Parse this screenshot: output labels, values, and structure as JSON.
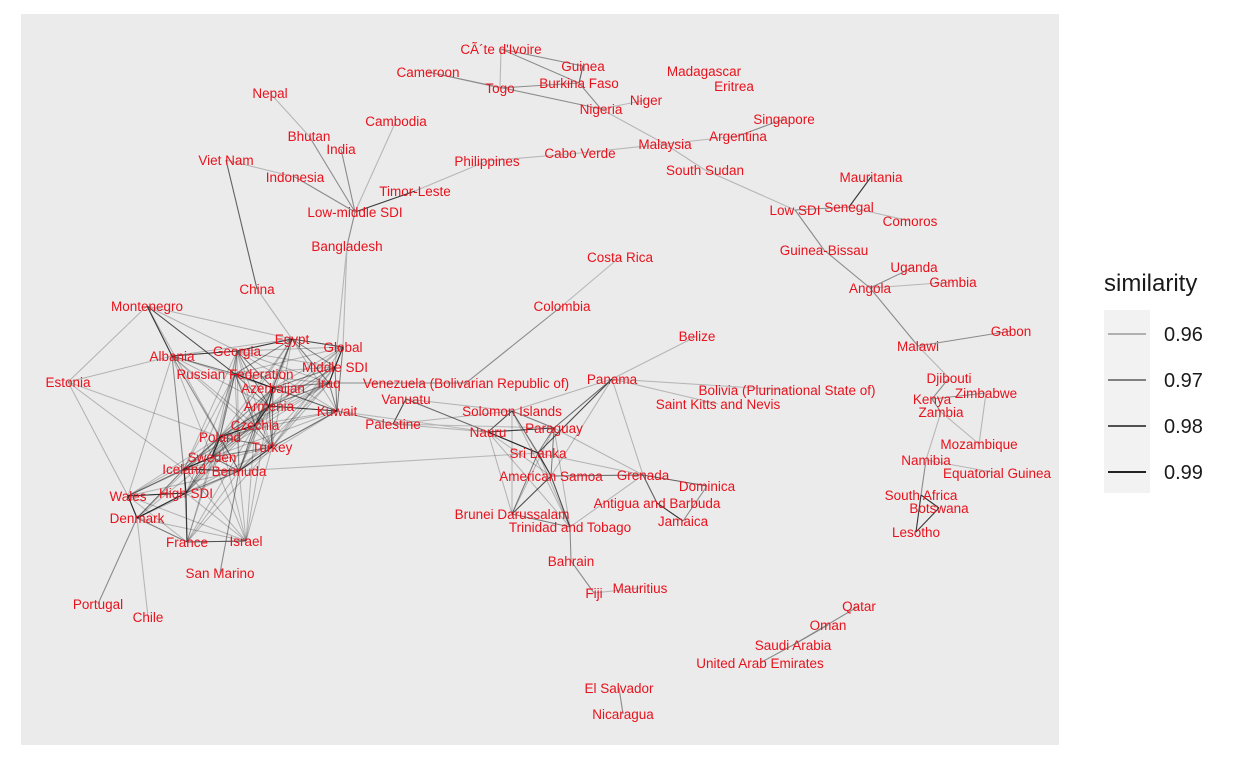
{
  "chart_data": {
    "type": "network",
    "title": "",
    "legend": {
      "title": "similarity",
      "position": "right",
      "entries": [
        {
          "label": "0.96",
          "value": 0.96
        },
        {
          "label": "0.97",
          "value": 0.97
        },
        {
          "label": "0.98",
          "value": 0.98
        },
        {
          "label": "0.99",
          "value": 0.99
        }
      ]
    },
    "panel_background": "#ebebeb",
    "label_color": "#e8121c",
    "nodes": [
      {
        "id": "cote",
        "label": "CÃ´te d'Ivoire"
      },
      {
        "id": "guinea",
        "label": "Guinea"
      },
      {
        "id": "cameroon",
        "label": "Cameroon"
      },
      {
        "id": "burkina",
        "label": "Burkina Faso"
      },
      {
        "id": "togo",
        "label": "Togo"
      },
      {
        "id": "madagascar",
        "label": "Madagascar"
      },
      {
        "id": "eritrea",
        "label": "Eritrea"
      },
      {
        "id": "niger",
        "label": "Niger"
      },
      {
        "id": "nigeria",
        "label": "Nigeria"
      },
      {
        "id": "nepal",
        "label": "Nepal"
      },
      {
        "id": "cambodia",
        "label": "Cambodia"
      },
      {
        "id": "singapore",
        "label": "Singapore"
      },
      {
        "id": "argentina",
        "label": "Argentina"
      },
      {
        "id": "bhutan",
        "label": "Bhutan"
      },
      {
        "id": "malaysia",
        "label": "Malaysia"
      },
      {
        "id": "india",
        "label": "India"
      },
      {
        "id": "cabo",
        "label": "Cabo Verde"
      },
      {
        "id": "vietnam",
        "label": "Viet Nam"
      },
      {
        "id": "philippines",
        "label": "Philippines"
      },
      {
        "id": "southsudan",
        "label": "South Sudan"
      },
      {
        "id": "indonesia",
        "label": "Indonesia"
      },
      {
        "id": "mauritania",
        "label": "Mauritania"
      },
      {
        "id": "timor",
        "label": "Timor-Leste"
      },
      {
        "id": "senegal",
        "label": "Senegal"
      },
      {
        "id": "lowsdi",
        "label": "Low SDI"
      },
      {
        "id": "lowmid",
        "label": "Low-middle SDI"
      },
      {
        "id": "comoros",
        "label": "Comoros"
      },
      {
        "id": "bangladesh",
        "label": "Bangladesh"
      },
      {
        "id": "guineabissau",
        "label": "Guinea-Bissau"
      },
      {
        "id": "costarica",
        "label": "Costa Rica"
      },
      {
        "id": "uganda",
        "label": "Uganda"
      },
      {
        "id": "gambia",
        "label": "Gambia"
      },
      {
        "id": "china",
        "label": "China"
      },
      {
        "id": "angola",
        "label": "Angola"
      },
      {
        "id": "montenegro",
        "label": "Montenegro"
      },
      {
        "id": "colombia",
        "label": "Colombia"
      },
      {
        "id": "gabon",
        "label": "Gabon"
      },
      {
        "id": "egypt",
        "label": "Egypt"
      },
      {
        "id": "belize",
        "label": "Belize"
      },
      {
        "id": "global",
        "label": "Global"
      },
      {
        "id": "georgia",
        "label": "Georgia"
      },
      {
        "id": "malawi",
        "label": "Malawi"
      },
      {
        "id": "albania",
        "label": "Albania"
      },
      {
        "id": "middlesdi",
        "label": "Middle SDI"
      },
      {
        "id": "russia",
        "label": "Russian Federation"
      },
      {
        "id": "djibouti",
        "label": "Djibouti"
      },
      {
        "id": "panama",
        "label": "Panama"
      },
      {
        "id": "estonia",
        "label": "Estonia"
      },
      {
        "id": "venezuela",
        "label": "Venezuela (Bolivarian Republic of)"
      },
      {
        "id": "iraq",
        "label": "Iraq"
      },
      {
        "id": "azerbaijan",
        "label": "Azerbaijan"
      },
      {
        "id": "bolivia",
        "label": "Bolivia (Plurinational State of)"
      },
      {
        "id": "zimbabwe",
        "label": "Zimbabwe"
      },
      {
        "id": "vanuatu",
        "label": "Vanuatu"
      },
      {
        "id": "kenya",
        "label": "Kenya"
      },
      {
        "id": "stkitts",
        "label": "Saint Kitts and Nevis"
      },
      {
        "id": "armenia",
        "label": "Armenia"
      },
      {
        "id": "kuwait",
        "label": "Kuwait"
      },
      {
        "id": "solomon",
        "label": "Solomon Islands"
      },
      {
        "id": "zambia",
        "label": "Zambia"
      },
      {
        "id": "czechia",
        "label": "Czechia"
      },
      {
        "id": "palestine",
        "label": "Palestine"
      },
      {
        "id": "paraguay",
        "label": "Paraguay"
      },
      {
        "id": "nauru",
        "label": "Nauru"
      },
      {
        "id": "poland",
        "label": "Poland"
      },
      {
        "id": "turkey",
        "label": "Turkey"
      },
      {
        "id": "mozambique",
        "label": "Mozambique"
      },
      {
        "id": "srilanka",
        "label": "Sri Lanka"
      },
      {
        "id": "sweden",
        "label": "Sweden"
      },
      {
        "id": "namibia",
        "label": "Namibia"
      },
      {
        "id": "iceland",
        "label": "Iceland"
      },
      {
        "id": "bermuda",
        "label": "Bermuda"
      },
      {
        "id": "eqguinea",
        "label": "Equatorial Guinea"
      },
      {
        "id": "amsamoa",
        "label": "American Samoa"
      },
      {
        "id": "grenada",
        "label": "Grenada"
      },
      {
        "id": "dominica",
        "label": "Dominica"
      },
      {
        "id": "highsdi",
        "label": "High SDI"
      },
      {
        "id": "wales",
        "label": "Wales"
      },
      {
        "id": "southafrica",
        "label": "South Africa"
      },
      {
        "id": "antigua",
        "label": "Antigua and Barbuda"
      },
      {
        "id": "botswana",
        "label": "Botswana"
      },
      {
        "id": "denmark",
        "label": "Denmark"
      },
      {
        "id": "brunei",
        "label": "Brunei Darussalam"
      },
      {
        "id": "jamaica",
        "label": "Jamaica"
      },
      {
        "id": "trinidad",
        "label": "Trinidad and Tobago"
      },
      {
        "id": "israel",
        "label": "Israel"
      },
      {
        "id": "france",
        "label": "France"
      },
      {
        "id": "lesotho",
        "label": "Lesotho"
      },
      {
        "id": "bahrain",
        "label": "Bahrain"
      },
      {
        "id": "sanmarino",
        "label": "San Marino"
      },
      {
        "id": "mauritius",
        "label": "Mauritius"
      },
      {
        "id": "fiji",
        "label": "Fiji"
      },
      {
        "id": "portugal",
        "label": "Portugal"
      },
      {
        "id": "qatar",
        "label": "Qatar"
      },
      {
        "id": "chile",
        "label": "Chile"
      },
      {
        "id": "oman",
        "label": "Oman"
      },
      {
        "id": "saudi",
        "label": "Saudi Arabia"
      },
      {
        "id": "uae",
        "label": "United Arab Emirates"
      },
      {
        "id": "elsalvador",
        "label": "El Salvador"
      },
      {
        "id": "nicaragua",
        "label": "Nicaragua"
      }
    ],
    "edges": [
      {
        "source": "cote",
        "target": "guinea",
        "similarity": 0.97
      },
      {
        "source": "cote",
        "target": "burkina",
        "similarity": 0.97
      },
      {
        "source": "guinea",
        "target": "burkina",
        "similarity": 0.98
      },
      {
        "source": "cameroon",
        "target": "togo",
        "similarity": 0.96
      },
      {
        "source": "cameroon",
        "target": "nigeria",
        "similarity": 0.97
      },
      {
        "source": "togo",
        "target": "cote",
        "similarity": 0.96
      },
      {
        "source": "togo",
        "target": "burkina",
        "similarity": 0.97
      },
      {
        "source": "burkina",
        "target": "nigeria",
        "similarity": 0.97
      },
      {
        "source": "nigeria",
        "target": "niger",
        "similarity": 0.96
      },
      {
        "source": "nigeria",
        "target": "malaysia",
        "similarity": 0.96
      },
      {
        "source": "malaysia",
        "target": "argentina",
        "similarity": 0.96
      },
      {
        "source": "argentina",
        "target": "singapore",
        "similarity": 0.97
      },
      {
        "source": "malaysia",
        "target": "cabo",
        "similarity": 0.96
      },
      {
        "source": "cabo",
        "target": "philippines",
        "similarity": 0.96
      },
      {
        "source": "philippines",
        "target": "timor",
        "similarity": 0.96
      },
      {
        "source": "timor",
        "target": "lowmid",
        "similarity": 0.99
      },
      {
        "source": "lowmid",
        "target": "bangladesh",
        "similarity": 0.97
      },
      {
        "source": "lowmid",
        "target": "india",
        "similarity": 0.97
      },
      {
        "source": "lowmid",
        "target": "indonesia",
        "similarity": 0.97
      },
      {
        "source": "lowmid",
        "target": "cambodia",
        "similarity": 0.96
      },
      {
        "source": "bhutan",
        "target": "nepal",
        "similarity": 0.96
      },
      {
        "source": "bhutan",
        "target": "lowmid",
        "similarity": 0.97
      },
      {
        "source": "vietnam",
        "target": "indonesia",
        "similarity": 0.96
      },
      {
        "source": "vietnam",
        "target": "china",
        "similarity": 0.98
      },
      {
        "source": "bangladesh",
        "target": "global",
        "similarity": 0.96
      },
      {
        "source": "bangladesh",
        "target": "middlesdi",
        "similarity": 0.96
      },
      {
        "source": "malaysia",
        "target": "southsudan",
        "similarity": 0.96
      },
      {
        "source": "southsudan",
        "target": "lowsdi",
        "similarity": 0.96
      },
      {
        "source": "lowsdi",
        "target": "senegal",
        "similarity": 0.97
      },
      {
        "source": "senegal",
        "target": "mauritania",
        "similarity": 0.99
      },
      {
        "source": "lowsdi",
        "target": "guineabissau",
        "similarity": 0.97
      },
      {
        "source": "guineabissau",
        "target": "angola",
        "similarity": 0.97
      },
      {
        "source": "angola",
        "target": "uganda",
        "similarity": 0.97
      },
      {
        "source": "angola",
        "target": "gambia",
        "similarity": 0.96
      },
      {
        "source": "angola",
        "target": "malawi",
        "similarity": 0.97
      },
      {
        "source": "senegal",
        "target": "comoros",
        "similarity": 0.96
      },
      {
        "source": "malawi",
        "target": "gabon",
        "similarity": 0.97
      },
      {
        "source": "malawi",
        "target": "djibouti",
        "similarity": 0.96
      },
      {
        "source": "djibouti",
        "target": "kenya",
        "similarity": 0.97
      },
      {
        "source": "kenya",
        "target": "zimbabwe",
        "similarity": 0.97
      },
      {
        "source": "kenya",
        "target": "zambia",
        "similarity": 0.97
      },
      {
        "source": "zambia",
        "target": "mozambique",
        "similarity": 0.96
      },
      {
        "source": "mozambique",
        "target": "zimbabwe",
        "similarity": 0.96
      },
      {
        "source": "zambia",
        "target": "namibia",
        "similarity": 0.96
      },
      {
        "source": "namibia",
        "target": "southafrica",
        "similarity": 0.97
      },
      {
        "source": "namibia",
        "target": "eqguinea",
        "similarity": 0.96
      },
      {
        "source": "southafrica",
        "target": "botswana",
        "similarity": 0.99
      },
      {
        "source": "southafrica",
        "target": "lesotho",
        "similarity": 0.99
      },
      {
        "source": "botswana",
        "target": "lesotho",
        "similarity": 0.99
      },
      {
        "source": "colombia",
        "target": "costarica",
        "similarity": 0.96
      },
      {
        "source": "colombia",
        "target": "venezuela",
        "similarity": 0.97
      },
      {
        "source": "belize",
        "target": "panama",
        "similarity": 0.96
      },
      {
        "source": "panama",
        "target": "bolivia",
        "similarity": 0.96
      },
      {
        "source": "panama",
        "target": "stkitts",
        "similarity": 0.96
      },
      {
        "source": "panama",
        "target": "paraguay",
        "similarity": 0.97
      },
      {
        "source": "panama",
        "target": "srilanka",
        "similarity": 0.98
      },
      {
        "source": "nauru",
        "target": "solomon",
        "similarity": 0.97
      },
      {
        "source": "nauru",
        "target": "srilanka",
        "similarity": 0.99
      },
      {
        "source": "nauru",
        "target": "paraguay",
        "similarity": 0.98
      },
      {
        "source": "srilanka",
        "target": "amsamoa",
        "similarity": 0.98
      },
      {
        "source": "amsamoa",
        "target": "grenada",
        "similarity": 0.97
      },
      {
        "source": "grenada",
        "target": "dominica",
        "similarity": 0.98
      },
      {
        "source": "grenada",
        "target": "antigua",
        "similarity": 0.98
      },
      {
        "source": "antigua",
        "target": "jamaica",
        "similarity": 0.99
      },
      {
        "source": "dominica",
        "target": "jamaica",
        "similarity": 0.97
      },
      {
        "source": "amsamoa",
        "target": "brunei",
        "similarity": 0.97
      },
      {
        "source": "amsamoa",
        "target": "trinidad",
        "similarity": 0.97
      },
      {
        "source": "trinidad",
        "target": "bahrain",
        "similarity": 0.97
      },
      {
        "source": "bahrain",
        "target": "fiji",
        "similarity": 0.97
      },
      {
        "source": "fiji",
        "target": "mauritius",
        "similarity": 0.96
      },
      {
        "source": "vanuatu",
        "target": "palestine",
        "similarity": 0.97
      },
      {
        "source": "vanuatu",
        "target": "nauru",
        "similarity": 0.97
      },
      {
        "source": "palestine",
        "target": "kuwait",
        "similarity": 0.97
      },
      {
        "source": "iraq",
        "target": "venezuela",
        "similarity": 0.97
      },
      {
        "source": "iraq",
        "target": "middlesdi",
        "similarity": 0.98
      },
      {
        "source": "middlesdi",
        "target": "global",
        "similarity": 0.98
      },
      {
        "source": "global",
        "target": "egypt",
        "similarity": 0.97
      },
      {
        "source": "egypt",
        "target": "georgia",
        "similarity": 0.98
      },
      {
        "source": "georgia",
        "target": "albania",
        "similarity": 0.98
      },
      {
        "source": "albania",
        "target": "montenegro",
        "similarity": 0.98
      },
      {
        "source": "montenegro",
        "target": "russia",
        "similarity": 0.98
      },
      {
        "source": "russia",
        "target": "azerbaijan",
        "similarity": 0.99
      },
      {
        "source": "azerbaijan",
        "target": "armenia",
        "similarity": 0.99
      },
      {
        "source": "armenia",
        "target": "czechia",
        "similarity": 0.99
      },
      {
        "source": "czechia",
        "target": "poland",
        "similarity": 0.99
      },
      {
        "source": "poland",
        "target": "sweden",
        "similarity": 0.99
      },
      {
        "source": "sweden",
        "target": "iceland",
        "similarity": 0.99
      },
      {
        "source": "iceland",
        "target": "bermuda",
        "similarity": 0.98
      },
      {
        "source": "iceland",
        "target": "highsdi",
        "similarity": 0.99
      },
      {
        "source": "highsdi",
        "target": "wales",
        "similarity": 0.99
      },
      {
        "source": "wales",
        "target": "denmark",
        "similarity": 0.99
      },
      {
        "source": "denmark",
        "target": "highsdi",
        "similarity": 0.99
      },
      {
        "source": "highsdi",
        "target": "france",
        "similarity": 0.98
      },
      {
        "source": "france",
        "target": "israel",
        "similarity": 0.97
      },
      {
        "source": "bermuda",
        "target": "sanmarino",
        "similarity": 0.97
      },
      {
        "source": "bermuda",
        "target": "turkey",
        "similarity": 0.98
      },
      {
        "source": "turkey",
        "target": "kuwait",
        "similarity": 0.97
      },
      {
        "source": "denmark",
        "target": "portugal",
        "similarity": 0.97
      },
      {
        "source": "denmark",
        "target": "chile",
        "similarity": 0.96
      },
      {
        "source": "estonia",
        "target": "poland",
        "similarity": 0.96
      },
      {
        "source": "armenia",
        "target": "kuwait",
        "similarity": 0.98
      },
      {
        "source": "kuwait",
        "target": "nauru",
        "similarity": 0.96
      },
      {
        "source": "bermuda",
        "target": "srilanka",
        "similarity": 0.96
      },
      {
        "source": "palestine",
        "target": "paraguay",
        "similarity": 0.96
      },
      {
        "source": "china",
        "target": "egypt",
        "similarity": 0.96
      },
      {
        "source": "saudi",
        "target": "qatar",
        "similarity": 0.97
      },
      {
        "source": "saudi",
        "target": "oman",
        "similarity": 0.97
      },
      {
        "source": "saudi",
        "target": "uae",
        "similarity": 0.97
      },
      {
        "source": "elsalvador",
        "target": "nicaragua",
        "similarity": 0.97
      }
    ]
  }
}
